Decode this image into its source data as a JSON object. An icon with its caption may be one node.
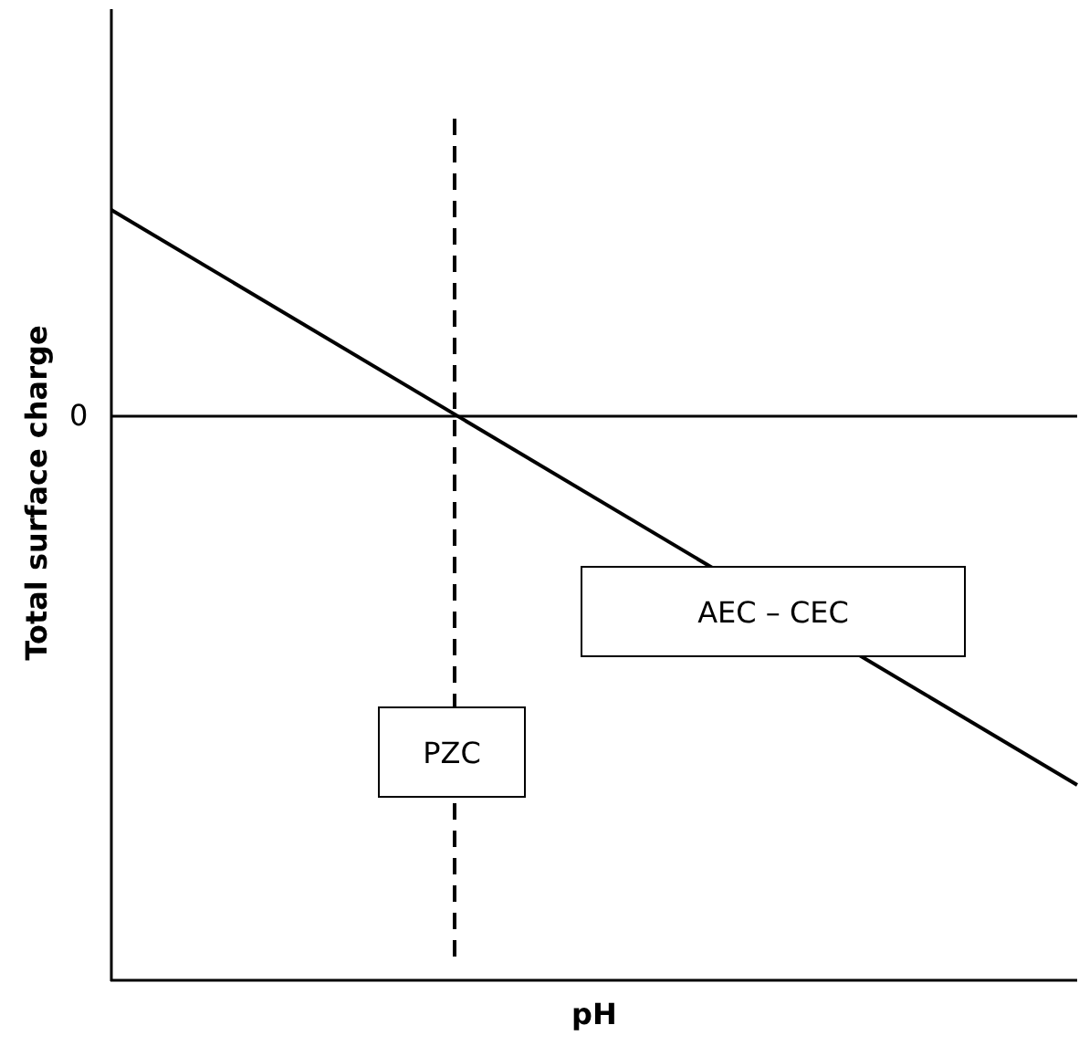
{
  "diagram": {
    "nodes": [
      {
        "text": [
          "AEC – CEC"
        ]
      },
      {
        "text": [
          "PZC"
        ]
      }
    ],
    "edges": [],
    "labels": [
      "0",
      "Total surface charge",
      "pH"
    ]
  }
}
